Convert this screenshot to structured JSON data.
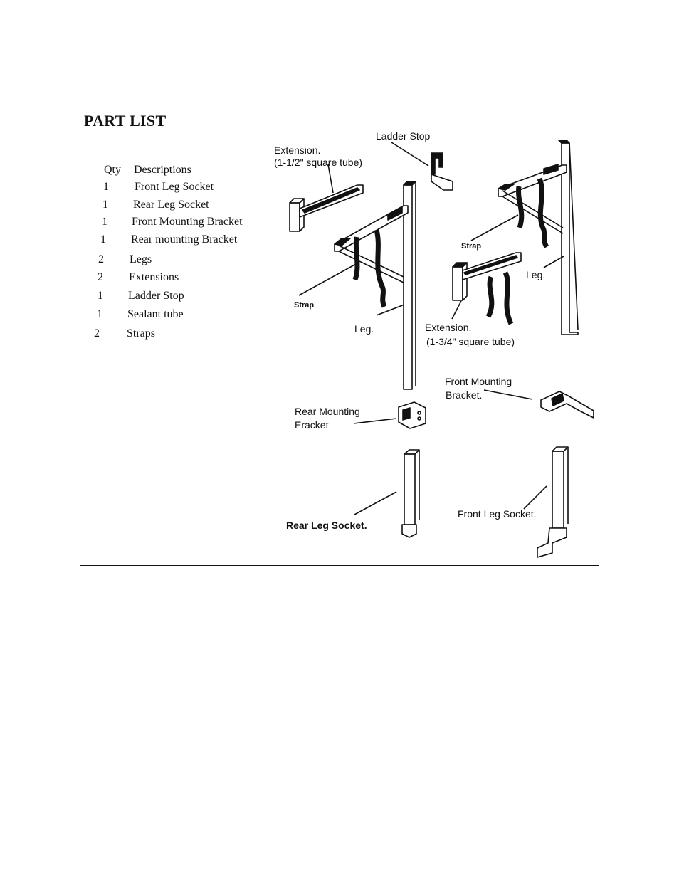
{
  "title": "PART LIST",
  "table": {
    "header": {
      "qty": "Qty",
      "description": "Descriptions"
    },
    "rows": [
      {
        "qty": "1",
        "description": "Front Leg Socket"
      },
      {
        "qty": "1",
        "description": "Rear Leg Socket"
      },
      {
        "qty": "1",
        "description": "Front Mounting Bracket"
      },
      {
        "qty": "1",
        "description": "Rear mounting Bracket"
      },
      {
        "qty": "2",
        "description": "Legs"
      },
      {
        "qty": "2",
        "description": "Extensions"
      },
      {
        "qty": "1",
        "description": "Ladder Stop"
      },
      {
        "qty": "1",
        "description": "Sealant tube"
      },
      {
        "qty": "2",
        "description": "Straps"
      }
    ]
  },
  "diagram_labels": {
    "ladder_stop": "Ladder Stop",
    "extension_small_1": "Extension.",
    "extension_small_2": "(1-1/2\" square tube)",
    "strap_left": "Strap",
    "strap_right": "Strap",
    "leg_left": "Leg.",
    "leg_right": "Leg.",
    "extension_large_1": "Extension.",
    "extension_large_2": "(1-3/4\" square tube)",
    "front_mounting_1": "Front Mounting",
    "front_mounting_2": "Bracket.",
    "rear_mounting_1": "Rear Mounting",
    "rear_mounting_2": "Eracket",
    "rear_leg_socket": "Rear Leg Socket.",
    "front_leg_socket": "Front Leg Socket."
  }
}
